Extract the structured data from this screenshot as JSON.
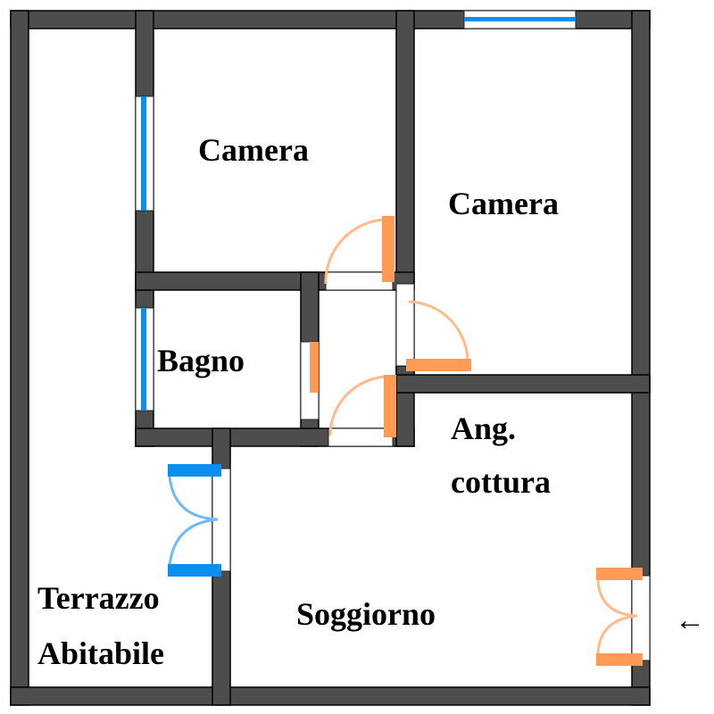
{
  "plan": {
    "rooms": {
      "camera1": "Camera",
      "camera2": "Camera",
      "bagno": "Bagno",
      "cucina_line1": "Ang.",
      "cucina_line2": "cottura",
      "soggiorno": "Soggiorno",
      "terrazzo_line1": "Terrazzo",
      "terrazzo_line2": "Abitabile"
    },
    "entrance_arrow": "←",
    "colors": {
      "wall": "#4d4d4d",
      "window": "#0a8ff0",
      "door": "#ff9b55"
    }
  }
}
